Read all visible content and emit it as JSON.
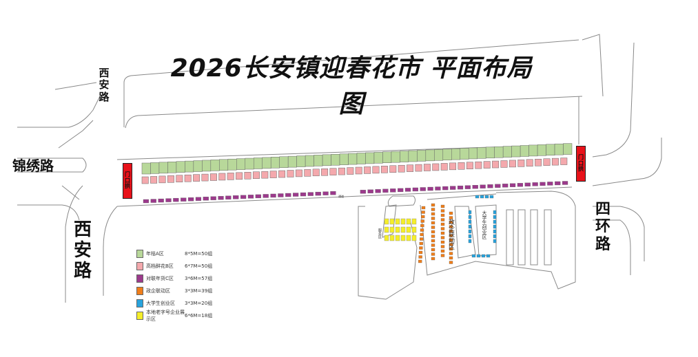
{
  "title": "2026长安镇迎春花市 平面布局图",
  "roads": {
    "xian_top": "西安路",
    "jinxiu": "锦绣路",
    "xian_bottom": "西安路",
    "sihuan": "四环路"
  },
  "gates": {
    "left": [
      "门",
      "口",
      "拱"
    ],
    "right": [
      "门",
      "口",
      "拱"
    ]
  },
  "zone_labels": {
    "government": "政企联动区",
    "student": "大学生创业区",
    "small": "服务区",
    "tiny": "通道"
  },
  "legend": [
    {
      "label": "年桔A区",
      "spec": "8*5M=50组",
      "color": "#b8d89a"
    },
    {
      "label": "高档鲜花B区",
      "spec": "6*7M=50组",
      "color": "#f4a9ad"
    },
    {
      "label": "对联年货C区",
      "spec": "3*6M=57组",
      "color": "#9c3a8c"
    },
    {
      "label": "政企联动区",
      "spec": "3*3M=39组",
      "color": "#f07e1a"
    },
    {
      "label": "大学生创业区",
      "spec": "3*3M=20组",
      "color": "#28a3dd"
    },
    {
      "label": "本地老字号企业展示区",
      "spec": "6*6M=18组",
      "color": "#f5ee2a"
    }
  ]
}
